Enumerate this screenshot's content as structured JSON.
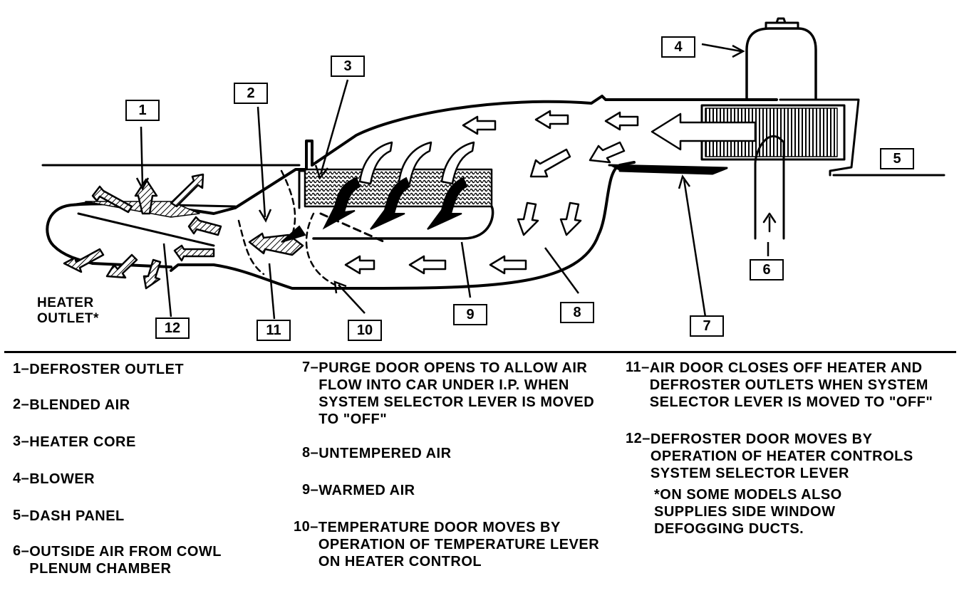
{
  "callouts": [
    "1",
    "2",
    "3",
    "4",
    "5",
    "6",
    "7",
    "8",
    "9",
    "10",
    "11",
    "12"
  ],
  "outlet_label": [
    "HEATER",
    "OUTLET*"
  ],
  "legend": {
    "col1": [
      {
        "num": "1–",
        "text": "DEFROSTER OUTLET"
      },
      {
        "num": "2–",
        "text": "BLENDED AIR"
      },
      {
        "num": "3–",
        "text": "HEATER CORE"
      },
      {
        "num": "4–",
        "text": "BLOWER"
      },
      {
        "num": "5–",
        "text": "DASH PANEL"
      },
      {
        "num": "6–",
        "text": "OUTSIDE AIR FROM COWL PLENUM CHAMBER"
      }
    ],
    "col2": [
      {
        "num": "7–",
        "text": "PURGE DOOR OPENS TO ALLOW AIR FLOW INTO CAR UNDER I.P. WHEN SYSTEM SELECTOR LEVER IS MOVED TO \"OFF\""
      },
      {
        "num": "8–",
        "text": "UNTEMPERED AIR"
      },
      {
        "num": "9–",
        "text": "WARMED AIR"
      },
      {
        "num": "10–",
        "text": "TEMPERATURE DOOR MOVES BY OPERATION OF TEMPERATURE LEVER ON HEATER CONTROL"
      }
    ],
    "col3": [
      {
        "num": "11–",
        "text": "AIR DOOR CLOSES OFF HEATER AND DEFROSTER OUTLETS WHEN SYSTEM SELECTOR LEVER IS MOVED TO \"OFF\""
      },
      {
        "num": "12–",
        "text": "DEFROSTER DOOR MOVES BY OPERATION OF HEATER CONTROLS SYSTEM SELECTOR LEVER"
      }
    ],
    "footnote": "*ON SOME MODELS ALSO SUPPLIES SIDE WINDOW DEFOGGING DUCTS."
  }
}
